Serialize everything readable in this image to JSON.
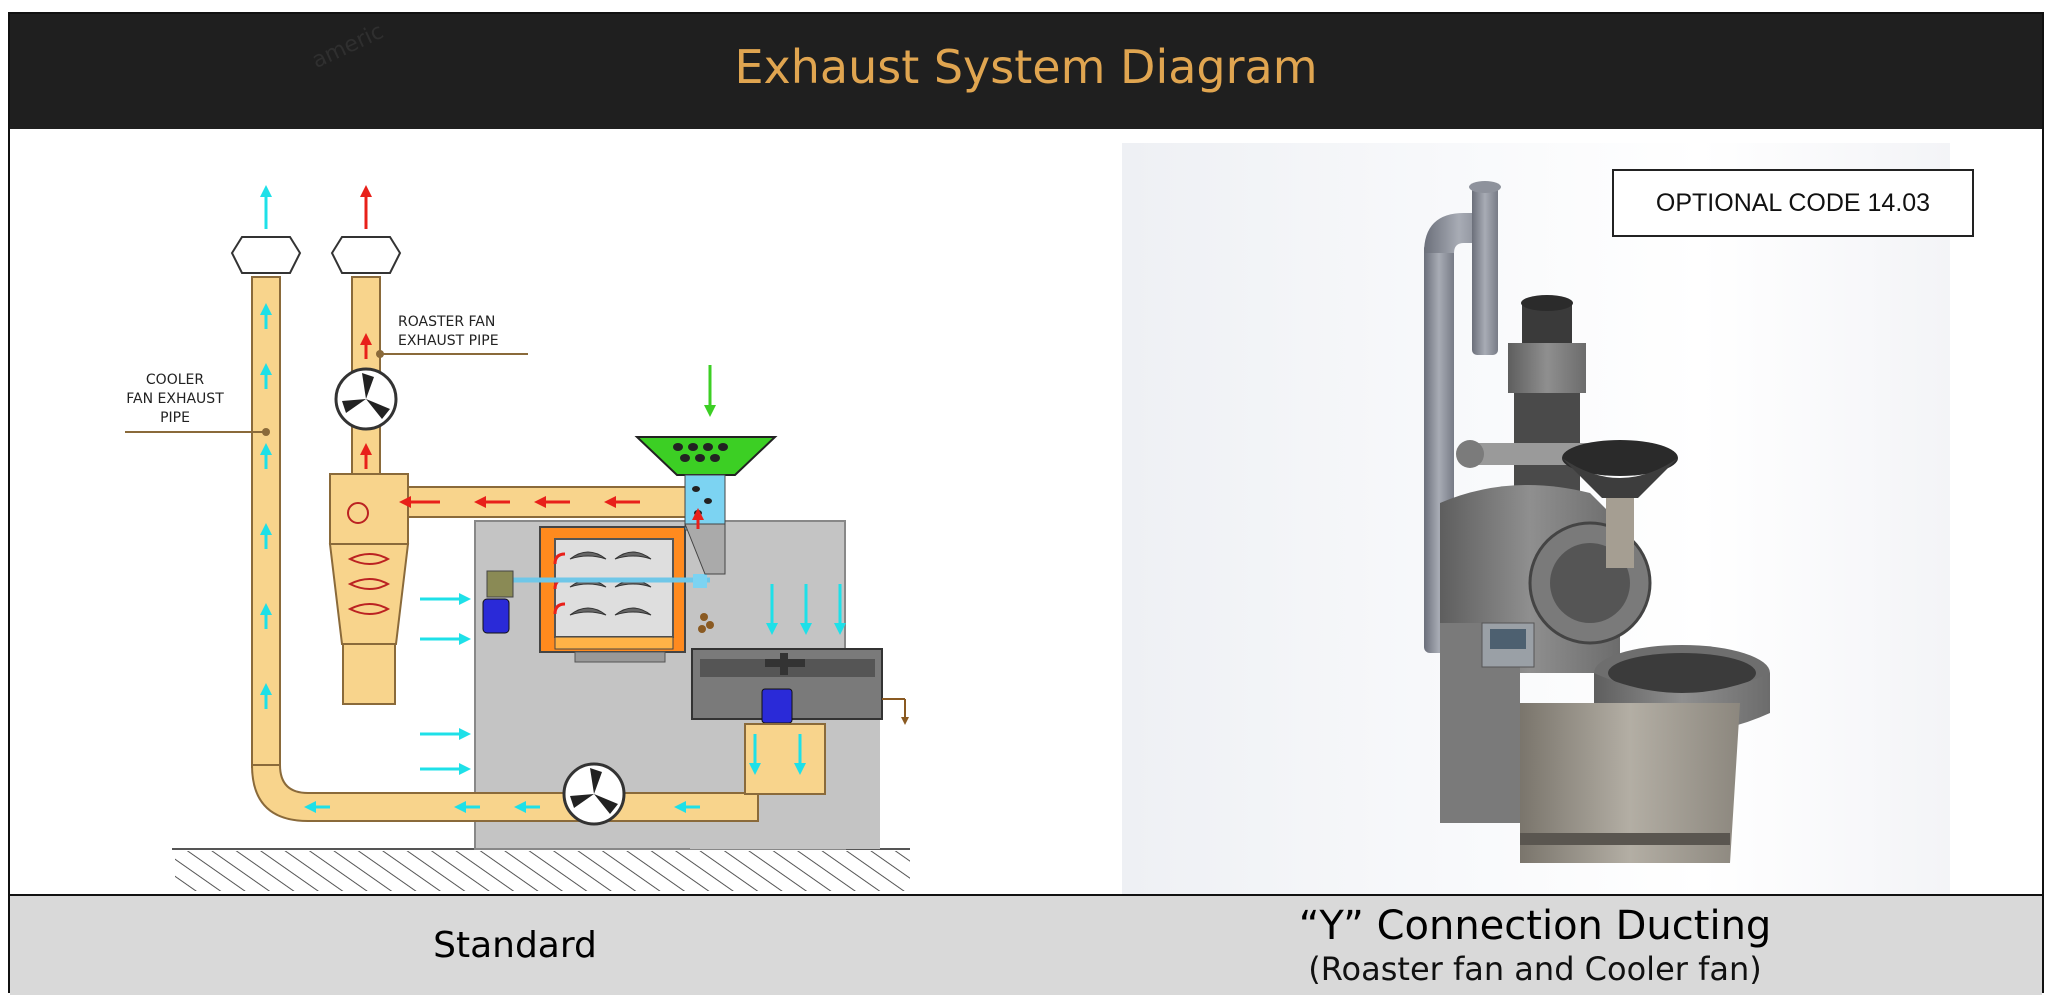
{
  "header": {
    "title": "Exhaust System Diagram"
  },
  "diagram": {
    "cooler_label": [
      "COOLER",
      "FAN EXHAUST",
      "PIPE"
    ],
    "roaster_label": [
      "ROASTER FAN",
      "EXHAUST PIPE"
    ]
  },
  "optional": {
    "label": "OPTIONAL CODE 14.03"
  },
  "footer": {
    "left": "Standard",
    "right_title": "“Y” Connection Ducting",
    "right_subtitle": "(Roaster fan and Cooler fan)"
  },
  "colors": {
    "header_bg": "#1f1f1f",
    "title": "#e0a550",
    "duct": "#f8d48c",
    "arrow_red": "#e8201a",
    "arrow_cyan": "#1ee0e8",
    "hopper_green": "#3ccf24",
    "motor_blue": "#2a2ad8"
  }
}
